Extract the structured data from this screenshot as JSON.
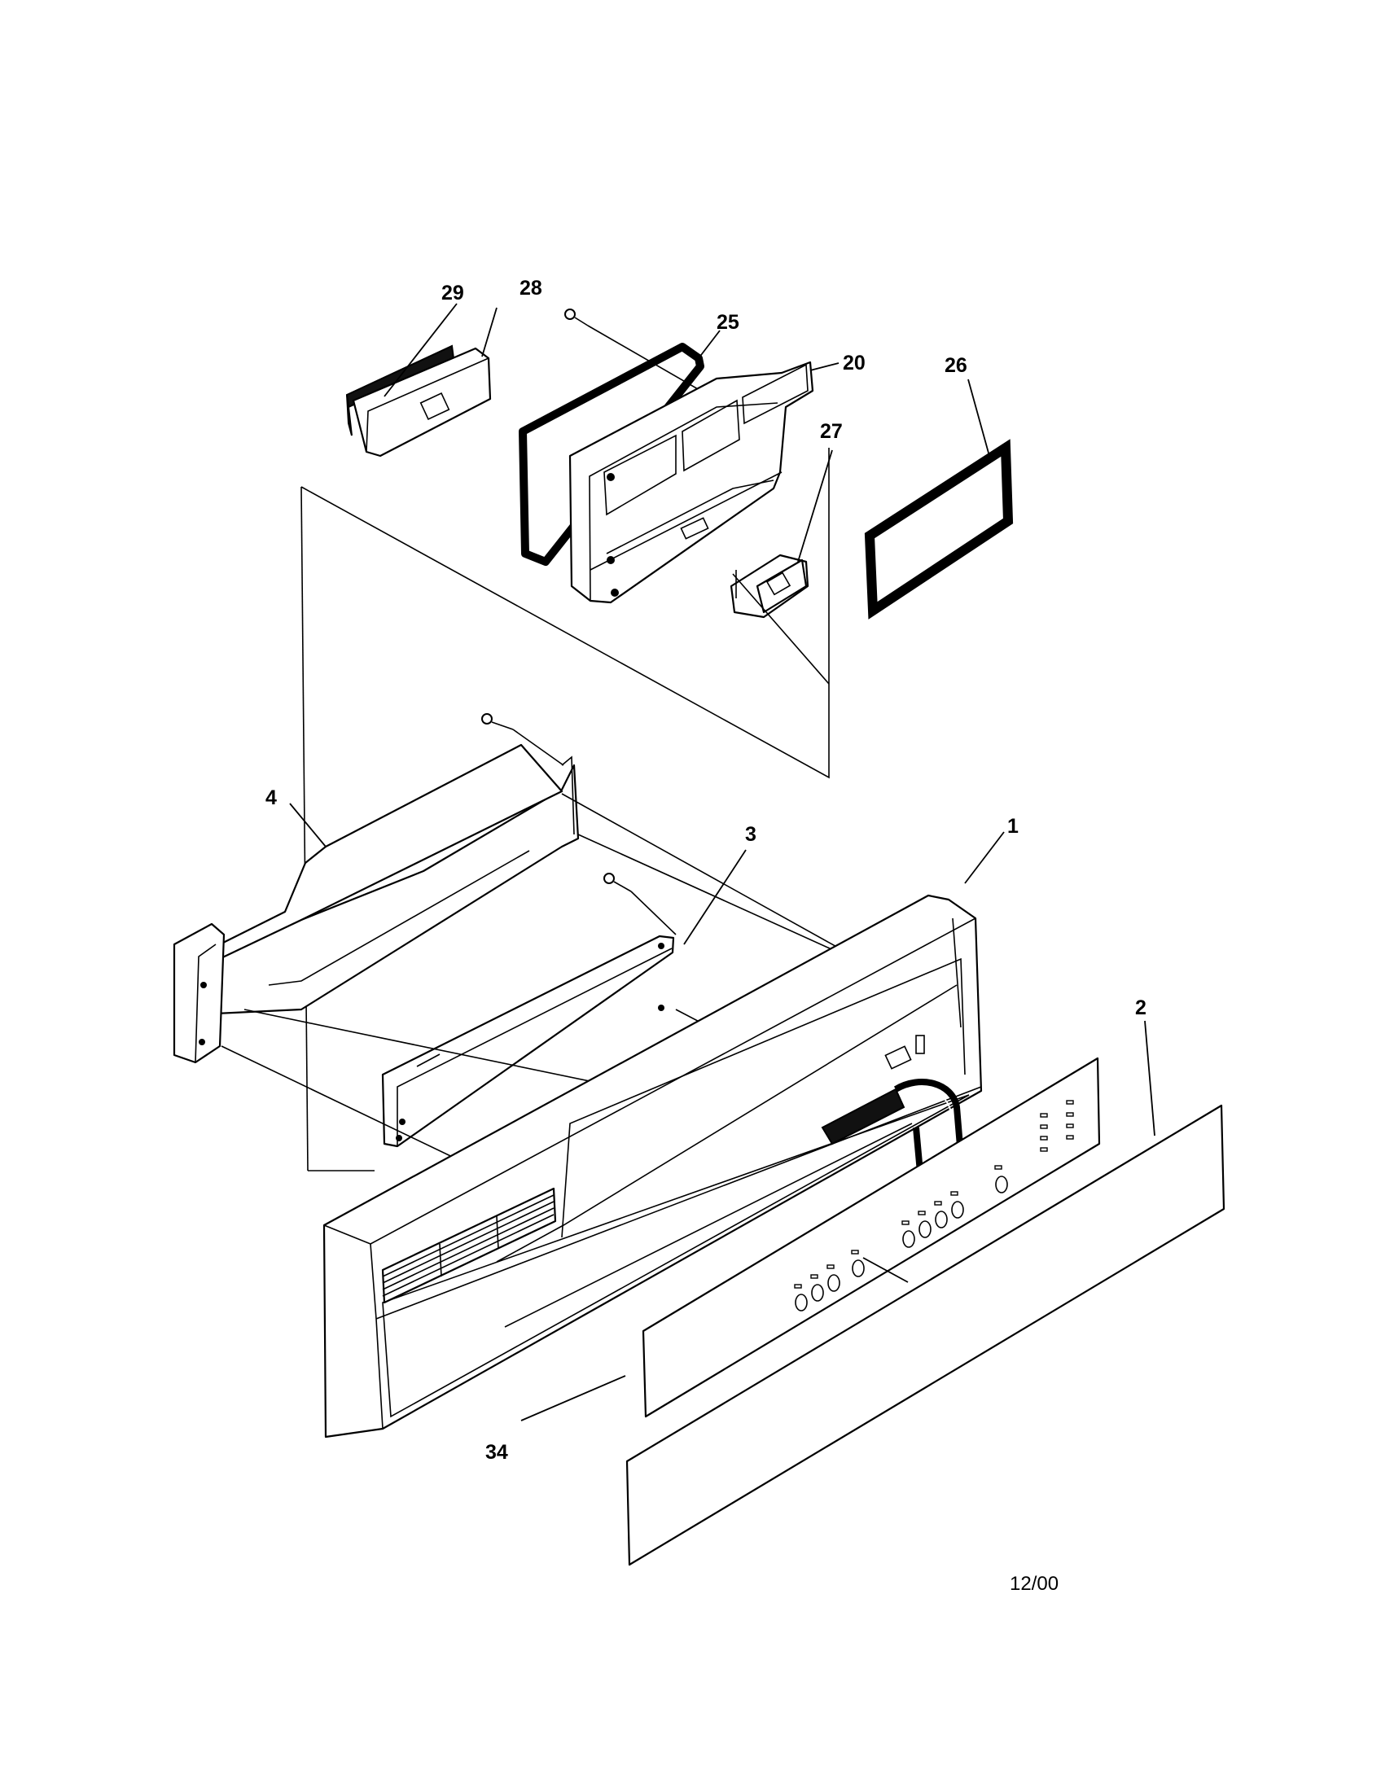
{
  "callouts": {
    "c1": "1",
    "c2": "2",
    "c3": "3",
    "c4": "4",
    "c20": "20",
    "c25": "25",
    "c26": "26",
    "c27": "27",
    "c28": "28",
    "c29": "29",
    "c34": "34"
  },
  "date_code": "12/00"
}
